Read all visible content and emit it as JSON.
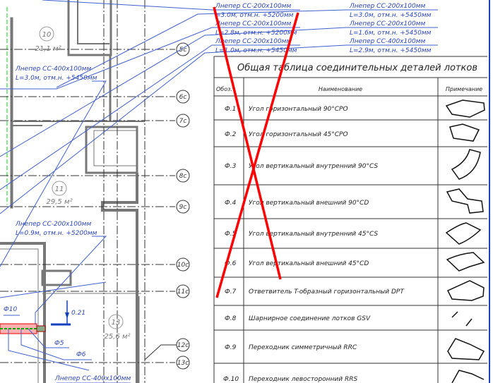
{
  "axes": [
    "5c",
    "6c",
    "7c",
    "8c",
    "9c",
    "10c",
    "11c",
    "12c",
    "13c"
  ],
  "rooms": [
    {
      "num": "10",
      "area": "21,1 м²"
    },
    {
      "num": "11",
      "area": "29,5 м²"
    },
    {
      "num": "13",
      "area": "25,6 м²"
    }
  ],
  "leaders": [
    {
      "name": "Лнепер СС-200x100мм",
      "spec": "=3.0м, отм.н. +5200мм"
    },
    {
      "name": "Лнепер СС-200x100мм",
      "spec": "L=3.0м, отм.н. +5450мм"
    },
    {
      "name": "Лнепер СС-200x100мм",
      "spec": "L=2.8м, отм.н. +5200мм"
    },
    {
      "name": "Лнепер СС-200x100мм",
      "spec": "L=1.6м, отм.н. +5450мм"
    },
    {
      "name": "Лнепер СС-200x100мм",
      "spec": "L=1.0м, отм.н. +5450мм"
    },
    {
      "name": "Лнепер СС-400x100мм",
      "spec": "L=2.9м, отм.н. +5450мм"
    },
    {
      "name": "Лнепер СС-400x100мм",
      "spec": "L=3.0м, отм.н. +5450мм"
    },
    {
      "name": "Лнепер СС-200x100мм",
      "spec": "L=0.9м, отм.н. +5200мм"
    },
    {
      "name": "Лнепер СС-400x100мм",
      "spec": ""
    }
  ],
  "marks": {
    "f10": "Ф10",
    "elev": "0.21",
    "f5": "Ф5",
    "f6": "Ф6"
  },
  "table": {
    "title": "Общая таблица соединительных деталей лотков",
    "headers": [
      "Обоз.",
      "Наименование",
      "Примечание"
    ],
    "rows": [
      {
        "code": "Ф.1",
        "name": "Угол горизонтальный 90°CPO"
      },
      {
        "code": "Ф.2",
        "name": "Угол горизонтальный 45°CPO"
      },
      {
        "code": "Ф.3",
        "name": "Угол вертикальный внутренний 90°CS"
      },
      {
        "code": "Ф.4",
        "name": "Угол вертикальный внешний 90°CD"
      },
      {
        "code": "Ф.5",
        "name": "Угол вертикальный внутренний 45°CS"
      },
      {
        "code": "Ф.6",
        "name": "Угол вертикальный внешний 45°CD"
      },
      {
        "code": "Ф.7",
        "name": "Ответвитель T-образный горизонтальный DPT"
      },
      {
        "code": "Ф.8",
        "name": "Шарнирное соединение лотков GSV"
      },
      {
        "code": "Ф.9",
        "name": "Переходник симметричный RRC"
      },
      {
        "code": "Ф.10",
        "name": "Переходник левосторонний RRS"
      }
    ]
  },
  "colors": {
    "leader": "#2a45b8",
    "cross": "#ff0000",
    "frame": "#2040c0"
  }
}
